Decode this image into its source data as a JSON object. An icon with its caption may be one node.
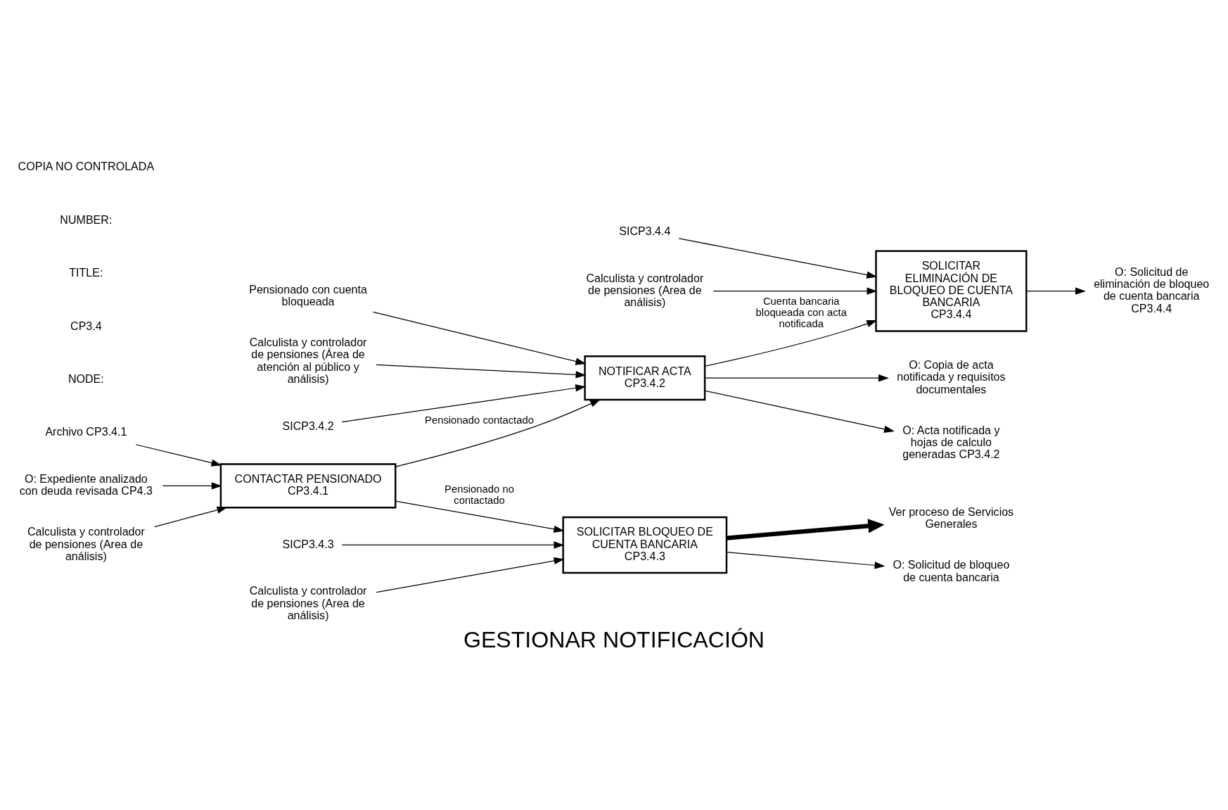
{
  "diagram": {
    "title": "GESTIONAR NOTIFICACIÓN",
    "nodes": [
      {
        "text": [
          "CONTACTAR PENSIONADO",
          "CP3.4.1"
        ]
      },
      {
        "text": [
          "NOTIFICAR ACTA",
          "CP3.4.2"
        ]
      },
      {
        "text": [
          "SOLICITAR BLOQUEO DE CUENTA BANCARIA",
          "CP3.4.3"
        ]
      },
      {
        "text": [
          "SOLICITAR ELIMINACIÓN DE BLOQUEO DE CUENTA BANCARIA",
          "CP3.4.4"
        ]
      },
      {
        "text": [
          "Archivo CP3.4.1"
        ]
      },
      {
        "text": [
          "O: Expediente analizado con deuda revisada CP4.3"
        ]
      },
      {
        "text": [
          "SICP3.4.2"
        ]
      },
      {
        "text": [
          "SICP3.4.3"
        ]
      },
      {
        "text": [
          "SICP3.4.4"
        ]
      },
      {
        "text": [
          "Pensionado con cuenta bloqueada"
        ]
      },
      {
        "text": [
          "O: Acta notificada y hojas de calculo generadas CP3.4.2"
        ]
      },
      {
        "text": [
          "O: Copia de acta notificada y requisitos documentales"
        ]
      },
      {
        "text": [
          "O: Solicitud de bloqueo de cuenta bancaria"
        ]
      },
      {
        "text": [
          "O: Solicitud de eliminación de bloqueo de cuenta bancaria CP3.4.4"
        ]
      },
      {
        "text": [
          "Calculista y controlador de pensiones (Area de análisis)"
        ]
      },
      {
        "text": [
          "Calculista y controlador de pensiones (Área de atención al público y análisis)"
        ]
      },
      {
        "text": [
          "Calculista y controlador de pensiones (Area de análisis)"
        ]
      },
      {
        "text": [
          "Calculista y controlador de pensiones (Area de análisis)"
        ]
      },
      {
        "text": [
          "Ver proceso de Servicios Generales"
        ]
      }
    ],
    "edges": [
      {
        "from": 4,
        "to": 0,
        "arrow": "to"
      },
      {
        "from": 5,
        "to": 0,
        "arrow": "to"
      },
      {
        "from": 0,
        "to": 1,
        "arrow": "to",
        "label": "Pensionado contactado"
      },
      {
        "from": 0,
        "to": 2,
        "arrow": "to",
        "label": "Pensionado no contactado"
      },
      {
        "from": 6,
        "to": 1,
        "arrow": "to"
      },
      {
        "from": 9,
        "to": 1,
        "arrow": "to"
      },
      {
        "from": 1,
        "to": 10,
        "arrow": "to"
      },
      {
        "from": 1,
        "to": 11,
        "arrow": "to"
      },
      {
        "from": 7,
        "to": 2,
        "arrow": "to"
      },
      {
        "from": 1,
        "to": 3,
        "arrow": "to",
        "label": "Cuenta bancaria bloqueada con acta notificada"
      },
      {
        "from": 2,
        "to": 12,
        "arrow": "to"
      },
      {
        "from": 8,
        "to": 3,
        "arrow": "to"
      },
      {
        "from": 3,
        "to": 13,
        "arrow": "to"
      },
      {
        "from": 14,
        "to": 0,
        "arrow": "to"
      },
      {
        "from": 15,
        "to": 1,
        "arrow": "to"
      },
      {
        "from": 16,
        "to": 2,
        "arrow": "to"
      },
      {
        "from": 17,
        "to": 3,
        "arrow": "to"
      },
      {
        "from": 2,
        "to": 18,
        "arrow": "to",
        "style": "thick"
      }
    ],
    "labels": [
      "NODE:",
      "CP3.4",
      "TITLE:",
      "NUMBER:",
      "COPIA NO CONTROLADA"
    ]
  }
}
